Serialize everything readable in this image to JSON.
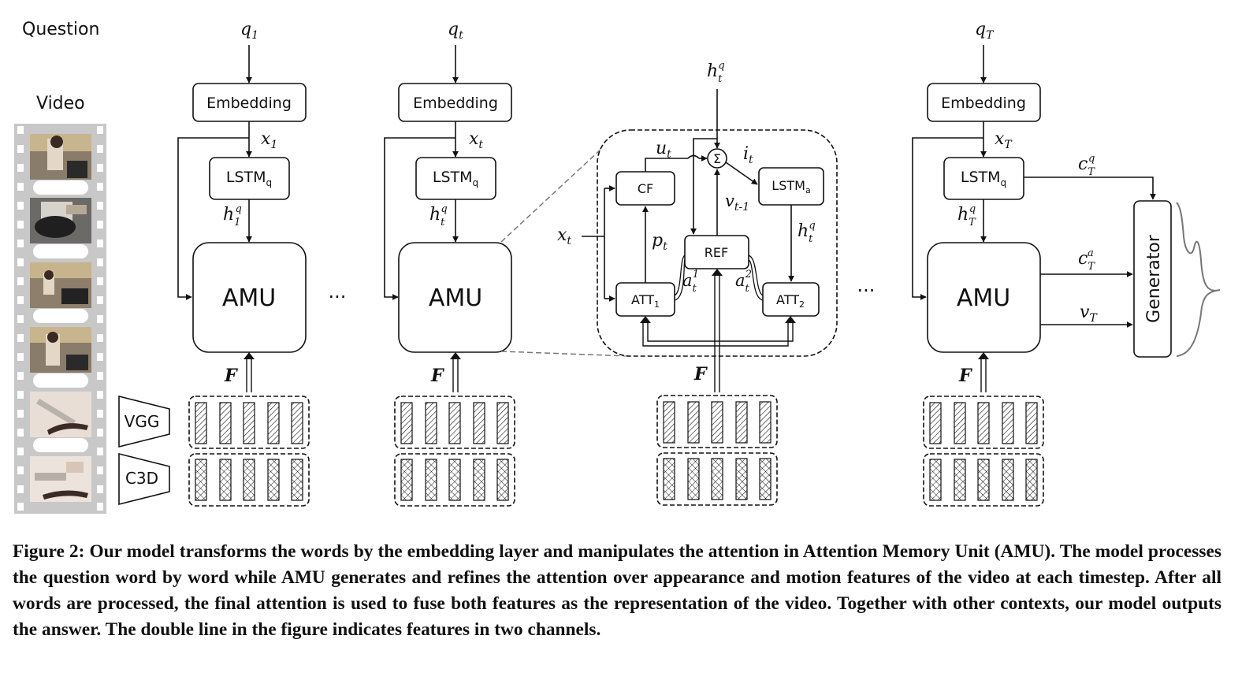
{
  "row_labels": {
    "question": "Question",
    "video": "Video"
  },
  "words": [
    "q",
    "1",
    "q",
    "t",
    "q",
    "T"
  ],
  "embedding_label": "Embedding",
  "lstm_q": {
    "main": "LSTM",
    "sub": "q"
  },
  "lstm_a": {
    "main": "LSTM",
    "sub": "a"
  },
  "amu_label": "AMU",
  "ellipsis": "...",
  "features_label": "F",
  "extractors": {
    "vgg": "VGG",
    "c3d": "C3D"
  },
  "inner": {
    "cf": "CF",
    "ref": "REF",
    "att1": {
      "main": "ATT",
      "sub": "1"
    },
    "att2": {
      "main": "ATT",
      "sub": "2"
    },
    "sigma": "Σ"
  },
  "generator_label": "Generator",
  "caption": "Figure 2: Our model transforms the words by the embedding layer and manipulates the attention in Attention Memory Unit (AMU). The model processes the question word by word while AMU generates and refines the attention over appearance and motion features of the video at each timestep. After all words are processed, the final attention is used to fuse both features as the representation of the video. Together with other contexts, our model outputs the answer. The double line in the figure indicates features in two channels."
}
